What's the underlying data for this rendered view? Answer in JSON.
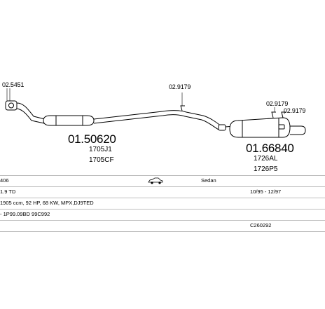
{
  "diagram": {
    "ref_parts": {
      "clamp_front": "02.5451",
      "clamp_mid": "02.9179",
      "clamp_rear_a": "02.9179",
      "clamp_rear_b": "02.9179"
    },
    "center_silencer": {
      "part_number": "01.50620",
      "oem_1": "1705J1",
      "oem_2": "1705CF"
    },
    "rear_silencer": {
      "part_number": "01.66840",
      "oem_1": "1726AL",
      "oem_2": "1726P5"
    }
  },
  "vehicle": {
    "model": "406",
    "body_icon": "car-icon",
    "body_type": "Sedan",
    "engine": "1.9 TD",
    "period": "10/95 - 12/97",
    "specs": "1905 ccm, 92 HP, 68 KW, MPX,DJ9TED",
    "codes": "- 1P99.09BD 99C992",
    "catalog_code": "C260292"
  }
}
